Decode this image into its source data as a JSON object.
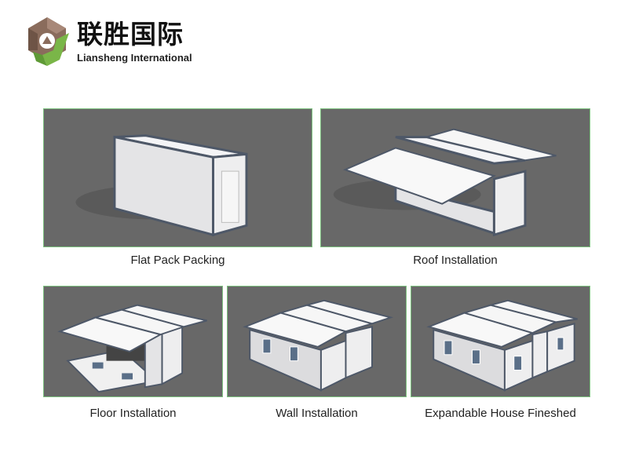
{
  "brand": {
    "name_cn": "联胜国际",
    "name_en": "Liansheng International",
    "logo_colors": {
      "brown": "#8a6c5c",
      "green": "#7ab648"
    }
  },
  "steps": [
    {
      "label": "Flat Pack Packing",
      "image": "folded-container-icon"
    },
    {
      "label": "Roof Installation",
      "image": "roof-unfolded-icon"
    },
    {
      "label": "Floor Installation",
      "image": "floor-unfolded-icon"
    },
    {
      "label": "Wall Installation",
      "image": "walls-installed-icon"
    },
    {
      "label": "Expandable House Fineshed",
      "image": "finished-house-icon"
    }
  ],
  "colors": {
    "panel_bg": "#686868",
    "panel_border": "#7cc07e",
    "frame": "#4e5868",
    "wall": "#e8e8ea"
  }
}
